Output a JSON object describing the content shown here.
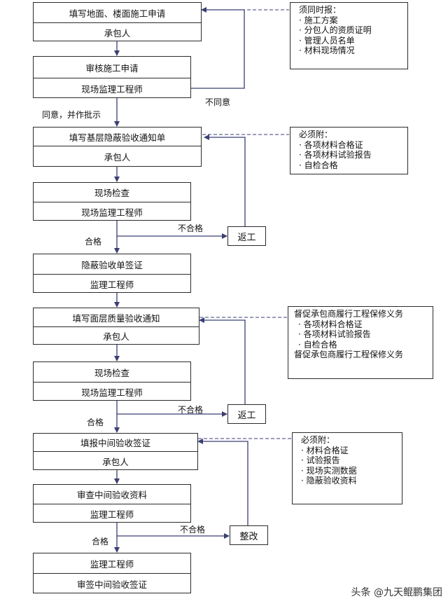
{
  "boxes": [
    {
      "top": "填写地面、楼面施工申请",
      "bottom": "承包人"
    },
    {
      "top": "审核施工申请",
      "bottom": "现场监理工程师"
    },
    {
      "top": "填写基层隐蔽验收通知单",
      "bottom": "承包人"
    },
    {
      "top": "现场检查",
      "bottom": "现场监理工程师"
    },
    {
      "top": "隐蔽验收单签证",
      "bottom": "监理工程师"
    },
    {
      "top": "填写面层质量验收通知",
      "bottom": "承包人"
    },
    {
      "top": "现场检查",
      "bottom": "现场监理工程师"
    },
    {
      "top": "填报中间验收签证",
      "bottom": "承包人"
    },
    {
      "top": "审查中间验收资料",
      "bottom": "监理工程师"
    },
    {
      "top": "监理工程师",
      "bottom": "审签中间验收签证"
    }
  ],
  "side_boxes": [
    "返工",
    "返工",
    "整改"
  ],
  "labels": {
    "disagree": "不同意",
    "agree_approve": "同意，并作批示",
    "fail_1": "不合格",
    "pass_1": "合格",
    "fail_2": "不合格",
    "pass_2": "合格",
    "fail_3": "不合格",
    "pass_3": "合格"
  },
  "notes": [
    [
      "须同时报：",
      "· 施工方案",
      "· 分包人的资质证明",
      "· 管理人员名单",
      "· 材料现场情况"
    ],
    [
      "必须附：",
      "· 各项材料合格证",
      "· 各项材料试验报告",
      "· 自检合格"
    ],
    [
      "督促承包商履行工程保修义务",
      "· 各项材料合格证",
      "· 各项材料试验报告",
      "· 自检合格",
      "督促承包商履行工程保修义务"
    ],
    [
      "必须附：",
      "· 材料合格证",
      "· 试验报告",
      "· 现场实测数据",
      "· 隐蔽验收资料"
    ]
  ],
  "watermark": "头条 @九天鲲鹏集团"
}
